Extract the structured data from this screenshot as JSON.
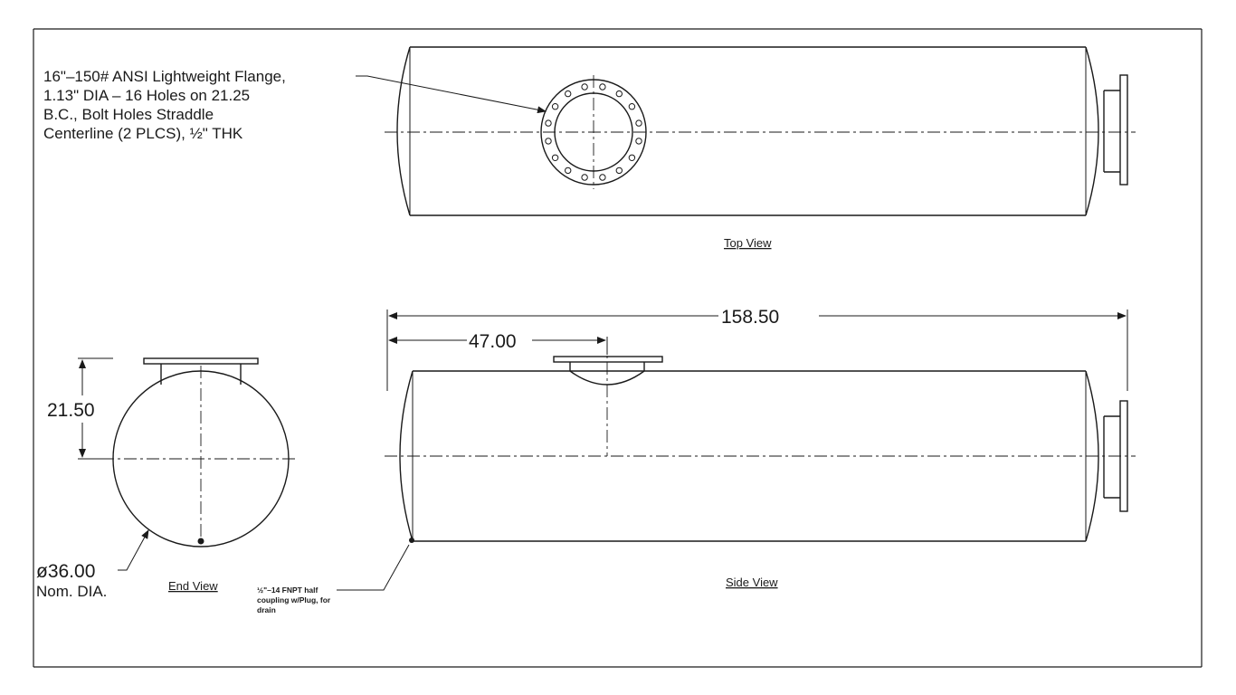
{
  "flange_note": {
    "lines": [
      "16\"–150# ANSI Lightweight Flange,",
      "1.13\" DIA – 16 Holes on 21.25",
      "B.C., Bolt Holes Straddle",
      "Centerline (2 PLCS), ½\" THK"
    ]
  },
  "views": {
    "top": "Top View",
    "end": "End View",
    "side": "Side View"
  },
  "dimensions": {
    "overall_length": "158.50",
    "nozzle_offset": "47.00",
    "nozzle_height": "21.50",
    "diameter": "ø36.00",
    "diameter_note": "Nom. DIA."
  },
  "drain_note": {
    "lines": [
      "½\"–14 FNPT half",
      "coupling w/Plug, for",
      "drain"
    ]
  },
  "colors": {
    "line": "#1a1a1a",
    "background": "#ffffff"
  }
}
